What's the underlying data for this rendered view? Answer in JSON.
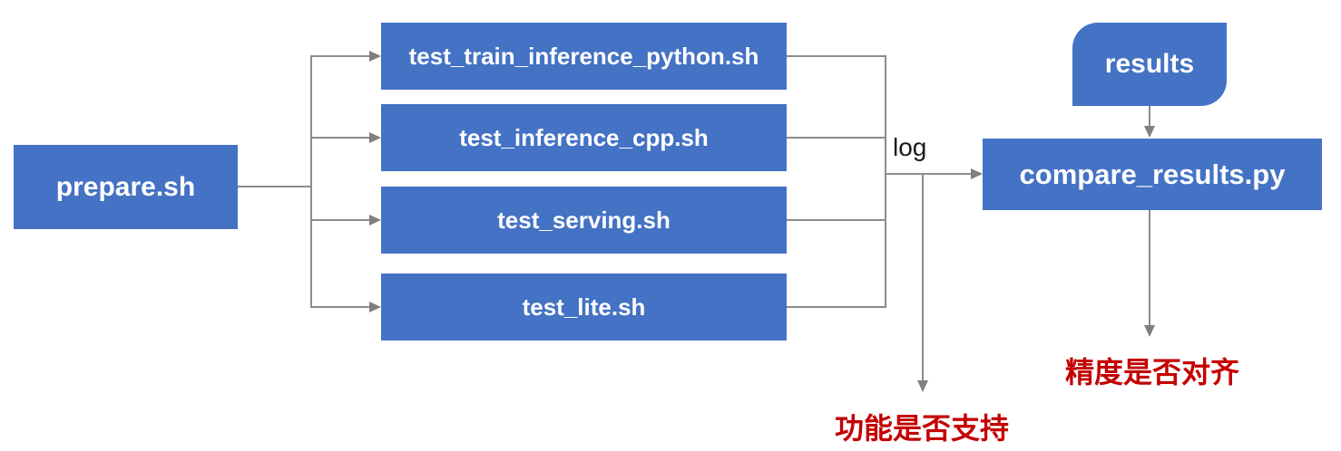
{
  "diagram": {
    "title": "test tipc pipeline diagram",
    "colors": {
      "node_fill": "#4472c4",
      "node_text": "#ffffff",
      "connector": "#8c8c8c",
      "outcome_text": "#c40000",
      "edge_label_text": "#1a1a1a",
      "background": "#ffffff"
    },
    "nodes": {
      "prepare": {
        "label": "prepare.sh",
        "shape": "rectangle"
      },
      "test_scripts": [
        {
          "label": "test_train_inference_python.sh",
          "shape": "rectangle"
        },
        {
          "label": "test_inference_cpp.sh",
          "shape": "rectangle"
        },
        {
          "label": "test_serving.sh",
          "shape": "rectangle"
        },
        {
          "label": "test_lite.sh",
          "shape": "rectangle"
        }
      ],
      "results": {
        "label": "results",
        "shape": "diagonal-rounded-rectangle"
      },
      "compare": {
        "label": "compare_results.py",
        "shape": "rectangle"
      }
    },
    "edge_labels": {
      "log": "log"
    },
    "outcomes": {
      "accuracy": {
        "label": "精度是否对齐"
      },
      "function": {
        "label": "功能是否支持"
      }
    }
  }
}
